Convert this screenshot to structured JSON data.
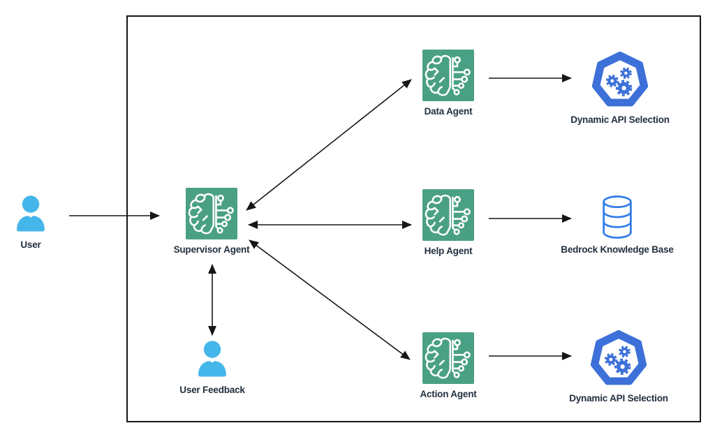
{
  "diagram": {
    "nodes": {
      "user": {
        "label": "User",
        "icon": "person-icon"
      },
      "supervisor_agent": {
        "label": "Supervisor Agent",
        "icon": "agent-brain-icon"
      },
      "user_feedback": {
        "label": "User Feedback",
        "icon": "person-icon"
      },
      "data_agent": {
        "label": "Data Agent",
        "icon": "agent-brain-icon"
      },
      "help_agent": {
        "label": "Help Agent",
        "icon": "agent-brain-icon"
      },
      "action_agent": {
        "label": "Action Agent",
        "icon": "agent-brain-icon"
      },
      "dynamic_api_top": {
        "label": "Dynamic API Selection",
        "icon": "api-gears-heptagon-icon"
      },
      "bedrock_kb": {
        "label": "Bedrock Knowledge Base",
        "icon": "database-icon"
      },
      "dynamic_api_bottom": {
        "label": "Dynamic API Selection",
        "icon": "api-gears-heptagon-icon"
      }
    },
    "edges": [
      {
        "from": "user",
        "to": "supervisor_agent",
        "direction": "one-way"
      },
      {
        "from": "supervisor_agent",
        "to": "data_agent",
        "direction": "two-way"
      },
      {
        "from": "supervisor_agent",
        "to": "help_agent",
        "direction": "two-way"
      },
      {
        "from": "supervisor_agent",
        "to": "action_agent",
        "direction": "two-way"
      },
      {
        "from": "supervisor_agent",
        "to": "user_feedback",
        "direction": "two-way"
      },
      {
        "from": "data_agent",
        "to": "dynamic_api_top",
        "direction": "one-way"
      },
      {
        "from": "help_agent",
        "to": "bedrock_kb",
        "direction": "one-way"
      },
      {
        "from": "action_agent",
        "to": "dynamic_api_bottom",
        "direction": "one-way"
      }
    ],
    "colors": {
      "agent_green": "#4AA084",
      "person_blue": "#45B6E9",
      "api_blue": "#3D70D8",
      "database_blue": "#2E7BE9",
      "label_dark": "#222f3e",
      "line_black": "#161616"
    }
  }
}
